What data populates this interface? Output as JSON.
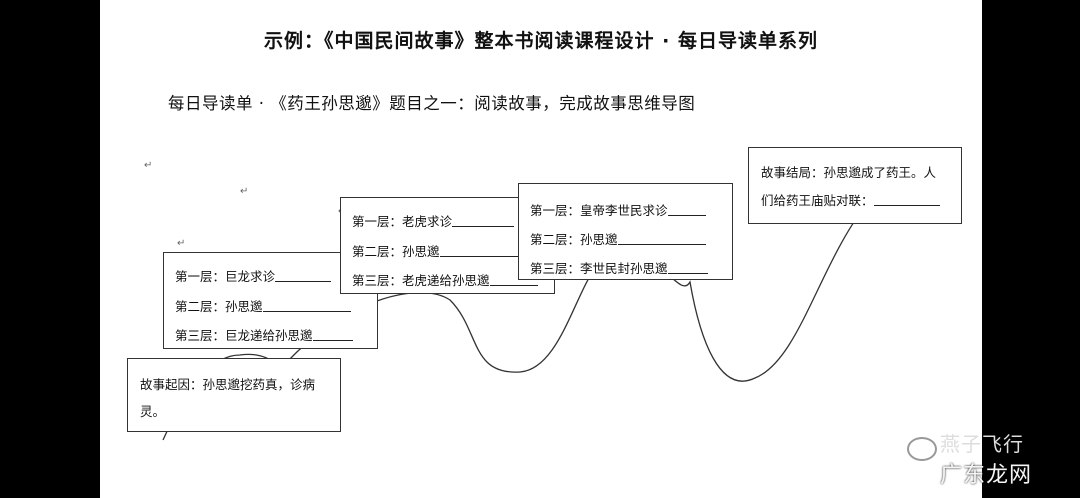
{
  "title": "示例：《中国民间故事》整本书阅读课程设计 · 每日导读单系列",
  "subtitle": "每日导读单 · 《药王孙思邈》题目之一：阅读故事，完成故事思维导图",
  "start_box": {
    "line1": "故事起因：孙思邈挖药真，诊病",
    "line2": "灵。"
  },
  "box1": {
    "row1": "第一层：巨龙求诊",
    "row2": "第二层：孙思邈",
    "row3": "第三层：巨龙递给孙思邈"
  },
  "box2": {
    "row1": "第一层：老虎求诊",
    "row2": "第二层：孙思邈",
    "row3": "第三层：老虎递给孙思邈"
  },
  "box3": {
    "row1": "第一层：皇帝李世民求诊",
    "row2": "第二层：孙思邈",
    "row3": "第三层：李世民封孙思邈"
  },
  "end_box": {
    "line1": "故事结局：孙思邈成了药王。人",
    "line2": "们给药王庙贴对联："
  },
  "return_mark": "↵",
  "watermark": {
    "line1": "燕子飞行",
    "line2": "广东龙网"
  }
}
